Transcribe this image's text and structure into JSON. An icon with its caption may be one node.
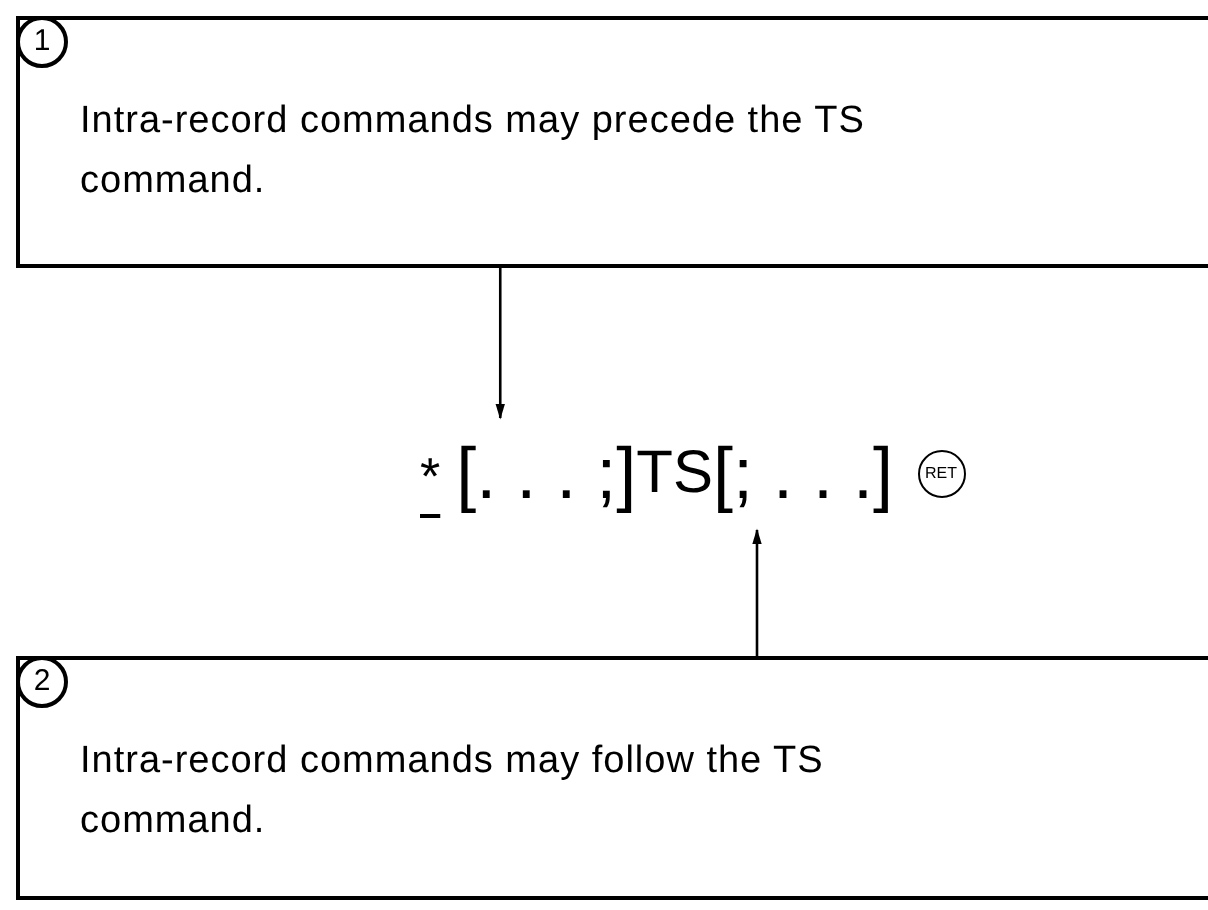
{
  "diagram": {
    "nodes": [
      {
        "text": [
          "1",
          "Intra-record commands may precede the TS command."
        ]
      },
      {
        "text": [
          "[. . . ;]"
        ]
      },
      {
        "text": [
          "[; . . .]"
        ]
      },
      {
        "text": [
          "2",
          "Intra-record commands may follow the TS command."
        ]
      }
    ],
    "edges": [
      {
        "from": 0,
        "to": 1,
        "arrow": "to"
      },
      {
        "from": 3,
        "to": 2,
        "arrow": "to"
      }
    ],
    "labels": [
      "*",
      "TS",
      "RET"
    ]
  }
}
